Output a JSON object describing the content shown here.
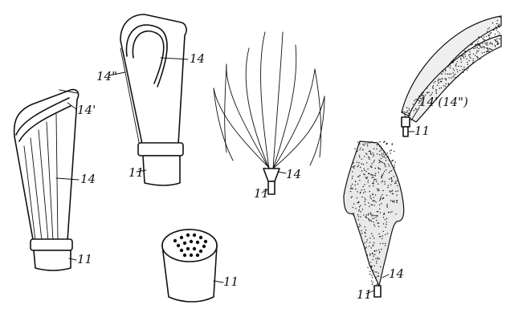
{
  "labels": {
    "fig1_top": "14'",
    "fig1_mid": "14",
    "fig1_bottom": "11",
    "fig2_side": "14\"",
    "fig2_mid": "14",
    "fig2_bottom": "11",
    "fig3_nozzle": "14",
    "fig3_stem": "11",
    "fig4_cap": "11",
    "fig5_nozzle": "14",
    "fig5_stem": "11",
    "fig6_nozzle": "14'(14\")",
    "fig6_stem": "11"
  }
}
